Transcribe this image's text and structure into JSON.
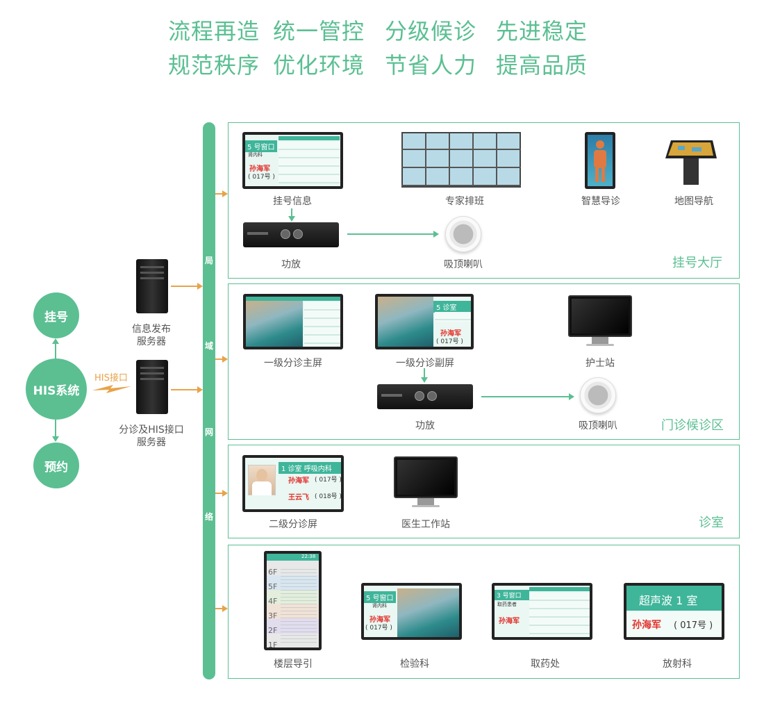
{
  "slogans": [
    [
      "流程再造",
      "统一管控",
      "分级候诊",
      "先进稳定"
    ],
    [
      "规范秩序",
      "优化环境",
      "节省人力",
      "提高品质"
    ]
  ],
  "colors": {
    "accent": "#5bbf92",
    "connector": "#e8a34a",
    "highlight": "#e2302b"
  },
  "left": {
    "his": "HIS系统",
    "registration": "挂号",
    "appointment": "预约",
    "his_interface": "HIS接口",
    "server_info_line1": "信息发布",
    "server_info_line2": "服务器",
    "server_triage_line1": "分诊及HIS接口",
    "server_triage_line2": "服务器"
  },
  "backbone": [
    "局",
    "域",
    "网",
    "络"
  ],
  "zones": {
    "hall": {
      "label": "挂号大厅",
      "devices": {
        "reg_info": "挂号信息",
        "expert_schedule": "专家排班",
        "smart_guide": "智慧导诊",
        "map_nav": "地图导航",
        "amplifier": "功放",
        "ceiling_speaker": "吸顶喇叭"
      },
      "reg_screen": {
        "window": "5 号窗口",
        "dept": "肾内科",
        "name": "孙海军",
        "number": "( 017号 )"
      }
    },
    "waiting": {
      "label": "门诊候诊区",
      "devices": {
        "main_screen": "一级分诊主屏",
        "sub_screen": "一级分诊副屏",
        "nurse_station": "护士站",
        "amplifier": "功放",
        "ceiling_speaker": "吸顶喇叭"
      },
      "sub_screen": {
        "room": "5 诊室",
        "name": "孙海军",
        "number": "( 017号 )"
      }
    },
    "clinic": {
      "label": "诊室",
      "devices": {
        "second_screen": "二级分诊屏",
        "doctor_station": "医生工作站"
      },
      "second_screen": {
        "header": "1 诊室 呼吸内科",
        "name1": "孙海军",
        "number1": "( 017号 )",
        "name2": "王云飞",
        "number2": "( 018号 )"
      }
    },
    "depts": {
      "devices": {
        "floor_guide": "楼层导引",
        "lab": "检验科",
        "pharmacy": "取药处",
        "radiology": "放射科"
      },
      "floors": [
        "6F",
        "5F",
        "4F",
        "3F",
        "2F",
        "1F"
      ],
      "floor_time": "22:38",
      "lab_screen": {
        "window": "5 号窗口",
        "dept": "肾内科",
        "name": "孙海军",
        "number": "( 017号 )"
      },
      "pharmacy_screen": {
        "window": "3 号窗口",
        "label": "取药患者",
        "name": "孙海军"
      },
      "radiology_screen": {
        "room": "超声波 1 室",
        "name": "孙海军",
        "number": "( 017号 )"
      }
    }
  }
}
